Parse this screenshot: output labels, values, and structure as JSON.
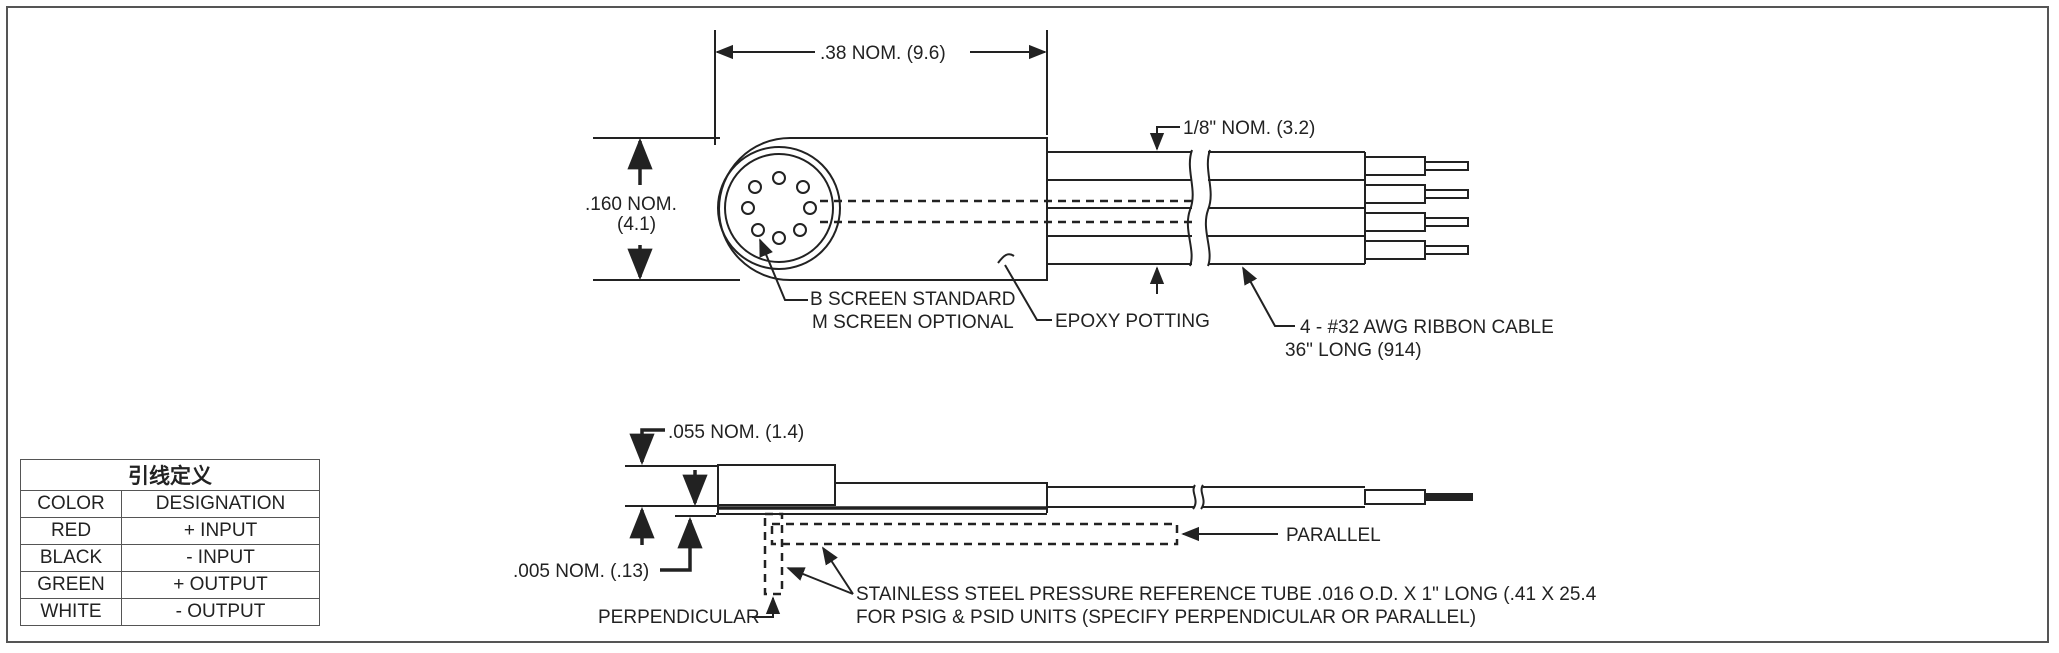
{
  "top_view": {
    "dim_length": ".38 NOM. (9.6)",
    "dim_height_line1": ".160 NOM.",
    "dim_height_line2": "(4.1)",
    "dim_cable_pitch": "1/8\" NOM. (3.2)",
    "note_screen_line1": "B SCREEN STANDARD",
    "note_screen_line2": "M SCREEN OPTIONAL",
    "note_potting": "EPOXY POTTING",
    "note_cable_line1": "4 - #32 AWG RIBBON CABLE",
    "note_cable_line2": "36\" LONG (914)"
  },
  "side_view": {
    "dim_thickness": ".055 NOM. (1.4)",
    "dim_gap": ".005 NOM. (.13)",
    "label_parallel": "PARALLEL",
    "label_perpendicular": "PERPENDICULAR",
    "note_tube_line1": "STAINLESS STEEL PRESSURE REFERENCE TUBE .016 O.D. X 1\" LONG (.41 X 25.4",
    "note_tube_line2": "FOR PSIG & PSID UNITS (SPECIFY PERPENDICULAR OR PARALLEL)"
  },
  "wire_table": {
    "title": "引线定义",
    "headers": [
      "COLOR",
      "DESIGNATION"
    ],
    "rows": [
      [
        "RED",
        "+ INPUT"
      ],
      [
        "BLACK",
        "- INPUT"
      ],
      [
        "GREEN",
        "+ OUTPUT"
      ],
      [
        "WHITE",
        "- OUTPUT"
      ]
    ]
  }
}
